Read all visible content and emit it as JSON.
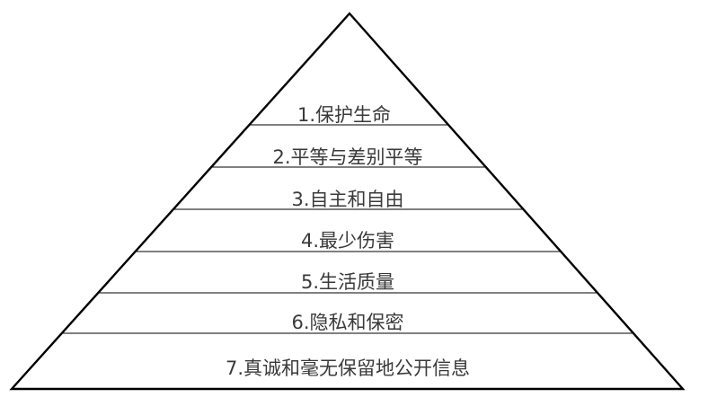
{
  "diagram": {
    "type": "pyramid",
    "level_count": 7,
    "levels": [
      {
        "rank": "1",
        "label": "1.保护生命"
      },
      {
        "rank": "2",
        "label": "2.平等与差别平等"
      },
      {
        "rank": "3",
        "label": "3.自主和自由"
      },
      {
        "rank": "4",
        "label": "4.最少伤害"
      },
      {
        "rank": "5",
        "label": "5.生活质量"
      },
      {
        "rank": "6",
        "label": "6.隐私和保密"
      },
      {
        "rank": "7",
        "label": "7.真诚和毫无保留地公开信息"
      }
    ],
    "colors": {
      "outline": "#000000",
      "divider": "#000000",
      "text": "#3a3a3a",
      "background": "#ffffff"
    }
  }
}
